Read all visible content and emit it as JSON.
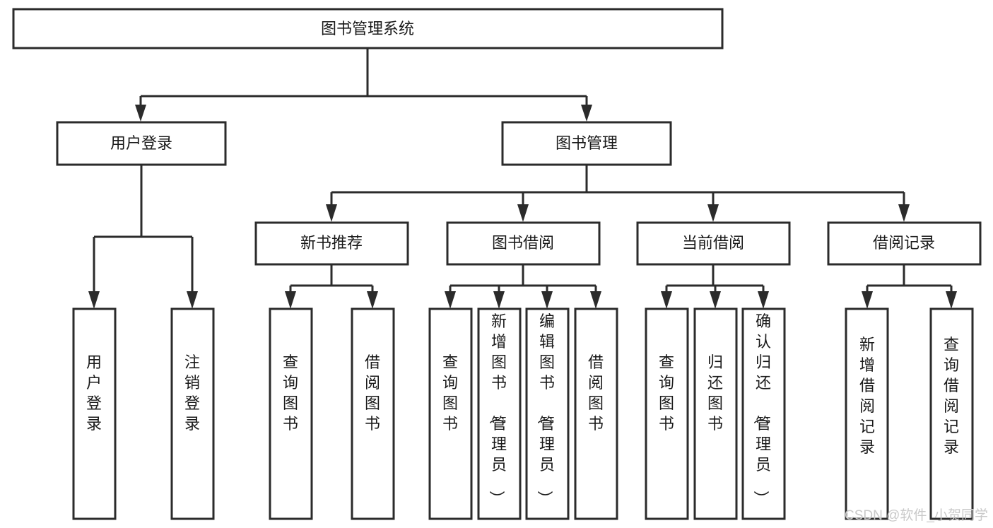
{
  "diagram": {
    "type": "tree",
    "title": "图书管理系统",
    "root": {
      "id": "root",
      "label": "图书管理系统",
      "orientation": "horizontal"
    },
    "level2": [
      {
        "id": "user-login",
        "label": "用户登录",
        "orientation": "horizontal"
      },
      {
        "id": "book-management",
        "label": "图书管理",
        "orientation": "horizontal"
      }
    ],
    "level3": [
      {
        "id": "new-book-recommend",
        "label": "新书推荐",
        "orientation": "horizontal",
        "parent": "book-management"
      },
      {
        "id": "book-borrow",
        "label": "图书借阅",
        "orientation": "horizontal",
        "parent": "book-management"
      },
      {
        "id": "current-borrow",
        "label": "当前借阅",
        "orientation": "horizontal",
        "parent": "book-management"
      },
      {
        "id": "borrow-record",
        "label": "借阅记录",
        "orientation": "horizontal",
        "parent": "book-management"
      }
    ],
    "leaves": [
      {
        "id": "leaf-user-login",
        "label": "用户登录",
        "orientation": "vertical",
        "parent": "user-login"
      },
      {
        "id": "leaf-user-logout",
        "label": "注销登录",
        "orientation": "vertical",
        "parent": "user-login"
      },
      {
        "id": "leaf-query-book-1",
        "label": "查询图书",
        "orientation": "vertical",
        "parent": "new-book-recommend"
      },
      {
        "id": "leaf-borrow-book-1",
        "label": "借阅图书",
        "orientation": "vertical",
        "parent": "new-book-recommend"
      },
      {
        "id": "leaf-query-book-2",
        "label": "查询图书",
        "orientation": "vertical",
        "parent": "book-borrow"
      },
      {
        "id": "leaf-add-book",
        "label": "新增图书（管理员）",
        "orientation": "vertical",
        "parent": "book-borrow"
      },
      {
        "id": "leaf-edit-book",
        "label": "编辑图书（管理员）",
        "orientation": "vertical",
        "parent": "book-borrow"
      },
      {
        "id": "leaf-borrow-book-2",
        "label": "借阅图书",
        "orientation": "vertical",
        "parent": "book-borrow"
      },
      {
        "id": "leaf-query-book-3",
        "label": "查询图书",
        "orientation": "vertical",
        "parent": "current-borrow"
      },
      {
        "id": "leaf-return-book",
        "label": "归还图书",
        "orientation": "vertical",
        "parent": "current-borrow"
      },
      {
        "id": "leaf-confirm-return",
        "label": "确认归还（管理员）",
        "orientation": "vertical",
        "parent": "current-borrow"
      },
      {
        "id": "leaf-add-record",
        "label": "新增借阅记录",
        "orientation": "vertical",
        "parent": "borrow-record"
      },
      {
        "id": "leaf-query-record",
        "label": "查询借阅记录",
        "orientation": "vertical",
        "parent": "borrow-record"
      }
    ],
    "colors": {
      "stroke": "#2b2b2b",
      "fill": "#ffffff",
      "text": "#1a1a1a",
      "watermark": "#c9c9c9",
      "background": "#ffffff"
    }
  },
  "watermark": {
    "label": "CSDN @软件_小贺同学"
  }
}
